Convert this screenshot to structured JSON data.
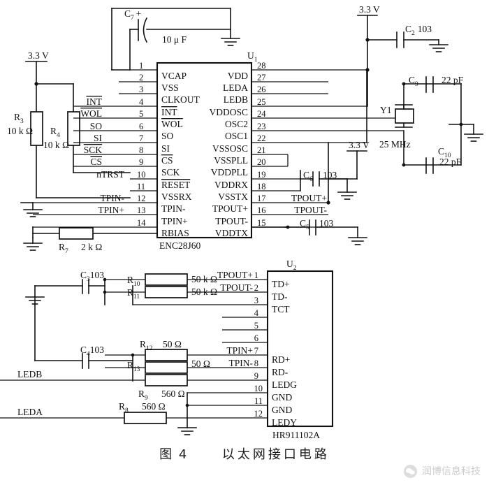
{
  "figure": {
    "caption_number": "图 4",
    "caption_title": "以太网接口电路"
  },
  "watermark": {
    "text": "润博信息科技",
    "icon": "wechat-icon"
  },
  "u1": {
    "refdes": "U",
    "refdes_sub": "1",
    "part": "ENC28J60",
    "left_pins": [
      {
        "num": "1",
        "name": "VCAP",
        "overline": false,
        "net": ""
      },
      {
        "num": "2",
        "name": "VSS",
        "overline": false,
        "net": ""
      },
      {
        "num": "3",
        "name": "CLKOUT",
        "overline": false,
        "net": ""
      },
      {
        "num": "4",
        "name": "INT",
        "overline": true,
        "net": "INT"
      },
      {
        "num": "5",
        "name": "WOL",
        "overline": true,
        "net": "WOL"
      },
      {
        "num": "6",
        "name": "SO",
        "overline": false,
        "net": "SO"
      },
      {
        "num": "7",
        "name": "SI",
        "overline": false,
        "net": "SI"
      },
      {
        "num": "8",
        "name": "CS",
        "overline": true,
        "net": "SCK"
      },
      {
        "num": "9",
        "name": "SCK",
        "overline": false,
        "net": "CS"
      },
      {
        "num": "10",
        "name": "RESET",
        "overline": true,
        "net": "nTRST"
      },
      {
        "num": "11",
        "name": "VSSRX",
        "overline": false,
        "net": ""
      },
      {
        "num": "12",
        "name": "TPIN-",
        "overline": false,
        "net": "TPIN-"
      },
      {
        "num": "13",
        "name": "TPIN+",
        "overline": false,
        "net": "TPIN+"
      },
      {
        "num": "14",
        "name": "RBIAS",
        "overline": false,
        "net": ""
      }
    ],
    "right_pins": [
      {
        "num": "28",
        "name": "VDD"
      },
      {
        "num": "27",
        "name": "LEDA"
      },
      {
        "num": "26",
        "name": "LEDB"
      },
      {
        "num": "25",
        "name": "VDDOSC"
      },
      {
        "num": "24",
        "name": "OSC2"
      },
      {
        "num": "23",
        "name": "OSC1"
      },
      {
        "num": "22",
        "name": "VSSOSC"
      },
      {
        "num": "21",
        "name": "VSSPLL"
      },
      {
        "num": "20",
        "name": "VDDPLL"
      },
      {
        "num": "19",
        "name": "VDDRX"
      },
      {
        "num": "18",
        "name": "VSSTX"
      },
      {
        "num": "17",
        "name": "TPOUT+"
      },
      {
        "num": "16",
        "name": "TPOUT-"
      },
      {
        "num": "15",
        "name": "VDDTX"
      }
    ]
  },
  "u2": {
    "refdes": "U",
    "refdes_sub": "2",
    "part": "HR911102A",
    "pins": [
      {
        "num": "1",
        "name": "TD+",
        "net": "TPOUT+"
      },
      {
        "num": "2",
        "name": "TD-",
        "net": "TPOUT-"
      },
      {
        "num": "3",
        "name": "TCT",
        "net": ""
      },
      {
        "num": "4",
        "name": "",
        "net": ""
      },
      {
        "num": "5",
        "name": "",
        "net": ""
      },
      {
        "num": "6",
        "name": "",
        "net": ""
      },
      {
        "num": "7",
        "name": "RD+",
        "net": "TPIN+"
      },
      {
        "num": "8",
        "name": "RD-",
        "net": "TPIN-"
      },
      {
        "num": "9",
        "name": "LEDG",
        "net": "LEDB"
      },
      {
        "num": "10",
        "name": "GND",
        "net": ""
      },
      {
        "num": "11",
        "name": "GND",
        "net": ""
      },
      {
        "num": "12",
        "name": "LEDY",
        "net": "LEDA"
      }
    ]
  },
  "components": {
    "r3": {
      "ref": "R",
      "sub": "3",
      "value": "10  k Ω"
    },
    "r4": {
      "ref": "R",
      "sub": "4",
      "value": "10  k Ω"
    },
    "r7": {
      "ref": "R",
      "sub": "7",
      "value": "2  k Ω"
    },
    "r8": {
      "ref": "R",
      "sub": "8",
      "value": "560  Ω"
    },
    "r9": {
      "ref": "R",
      "sub": "9",
      "value": "560  Ω"
    },
    "r10": {
      "ref": "R",
      "sub": "10",
      "value": "50  k Ω"
    },
    "r11": {
      "ref": "R",
      "sub": "11",
      "value": "50  k Ω"
    },
    "r12": {
      "ref": "R",
      "sub": "12",
      "value": "50   Ω"
    },
    "r13": {
      "ref": "R",
      "sub": "13",
      "value": "50   Ω"
    },
    "c2": {
      "ref": "C",
      "sub": "2",
      "value": "103"
    },
    "c3": {
      "ref": "C",
      "sub": "3",
      "value": "103"
    },
    "c4": {
      "ref": "C",
      "sub": "4",
      "value": "103"
    },
    "c5": {
      "ref": "C",
      "sub": "5",
      "value": "103"
    },
    "c6": {
      "ref": "C",
      "sub": "6",
      "value": "103"
    },
    "c7": {
      "ref": "C",
      "sub": "7",
      "value": "10 μ F",
      "polarity": "+"
    },
    "c9": {
      "ref": "C",
      "sub": "9",
      "value": "22 pF"
    },
    "c10": {
      "ref": "C",
      "sub": "10",
      "value": "22 pF"
    },
    "y1": {
      "ref": "Y1",
      "value": "25 MHz"
    }
  },
  "power": {
    "v1": "3.3 V",
    "v2": "3.3 V",
    "v3": "3.3 V"
  },
  "nets": {
    "int": "INT",
    "wol": "WOL",
    "so": "SO",
    "si": "SI",
    "sck": "SCK",
    "cs": "CS",
    "ntrst": "nTRST",
    "tpin_n": "TPIN-",
    "tpin_p": "TPIN+",
    "tpout_p": "TPOUT+",
    "tpout_n": "TPOUT-",
    "leda": "LEDA",
    "ledb": "LEDB"
  }
}
